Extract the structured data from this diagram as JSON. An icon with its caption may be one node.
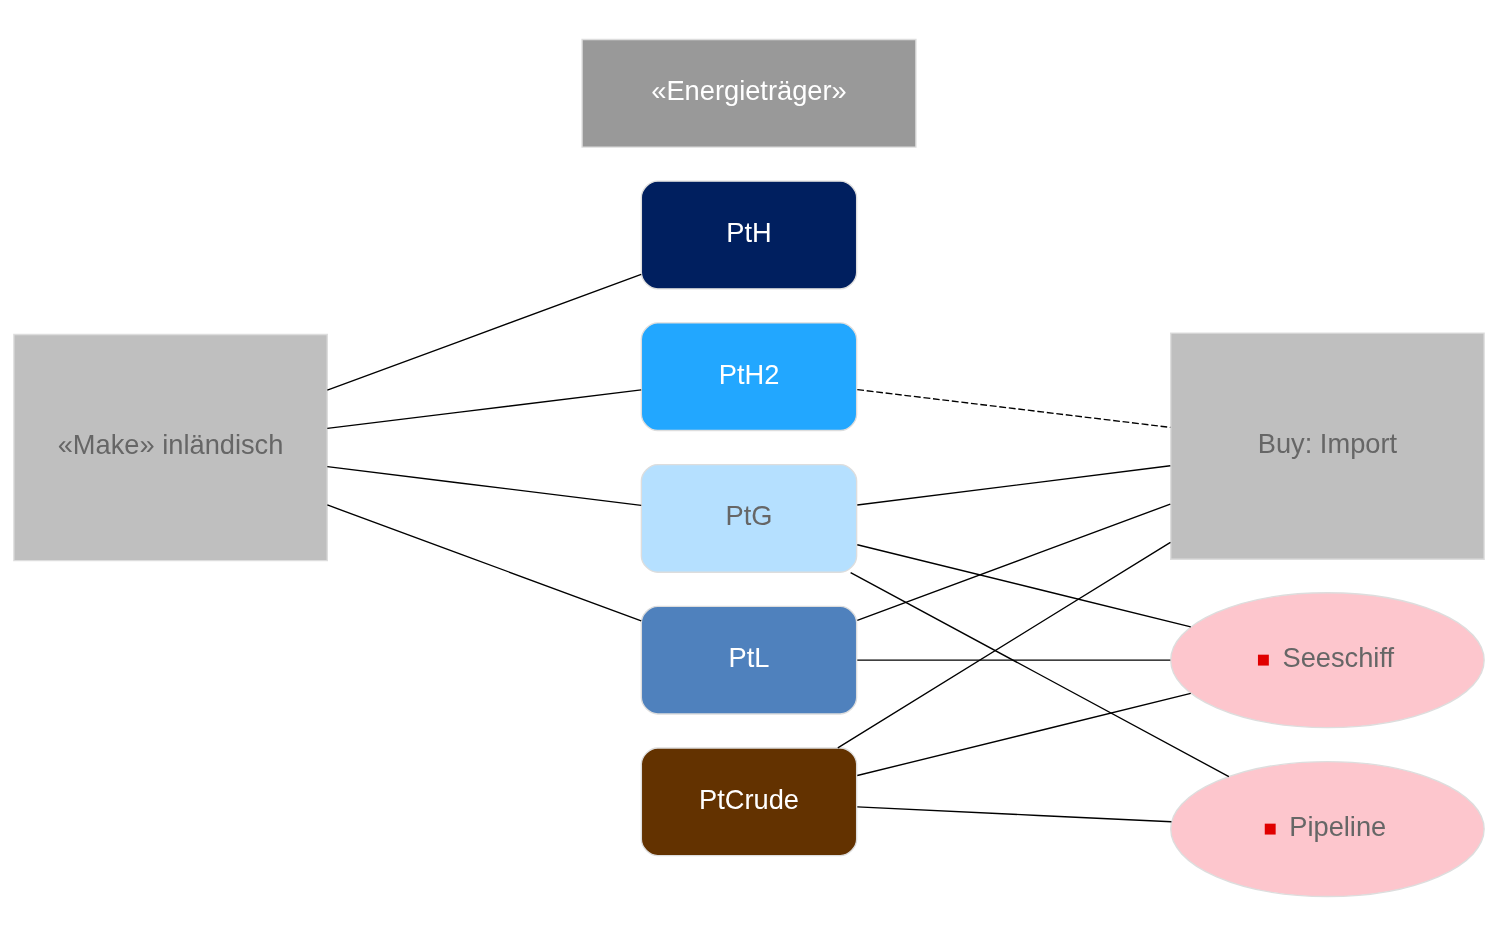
{
  "diagram": {
    "nodes": [
      {
        "text": [
          "«Energieträger»"
        ]
      },
      {
        "text": [
          "«Make» inländisch"
        ]
      },
      {
        "text": [
          "PtH"
        ]
      },
      {
        "text": [
          "PtH2"
        ]
      },
      {
        "text": [
          "PtG"
        ]
      },
      {
        "text": [
          "PtL"
        ]
      },
      {
        "text": [
          "PtCrude"
        ]
      },
      {
        "text": [
          "Buy: Import"
        ]
      },
      {
        "text": [
          "Seeschiff"
        ]
      },
      {
        "text": [
          "Pipeline"
        ]
      }
    ],
    "edges": [
      {
        "from": 1,
        "to": 2,
        "arrow": "none"
      },
      {
        "from": 1,
        "to": 3,
        "arrow": "none"
      },
      {
        "from": 1,
        "to": 4,
        "arrow": "none"
      },
      {
        "from": 1,
        "to": 5,
        "arrow": "none"
      },
      {
        "from": 3,
        "to": 7,
        "arrow": "none",
        "style": "dashed"
      },
      {
        "from": 4,
        "to": 7,
        "arrow": "none"
      },
      {
        "from": 5,
        "to": 7,
        "arrow": "none"
      },
      {
        "from": 6,
        "to": 7,
        "arrow": "none"
      },
      {
        "from": 4,
        "to": 8,
        "arrow": "none"
      },
      {
        "from": 5,
        "to": 8,
        "arrow": "none"
      },
      {
        "from": 6,
        "to": 8,
        "arrow": "none"
      },
      {
        "from": 4,
        "to": 9,
        "arrow": "none"
      },
      {
        "from": 6,
        "to": 9,
        "arrow": "none"
      }
    ]
  }
}
